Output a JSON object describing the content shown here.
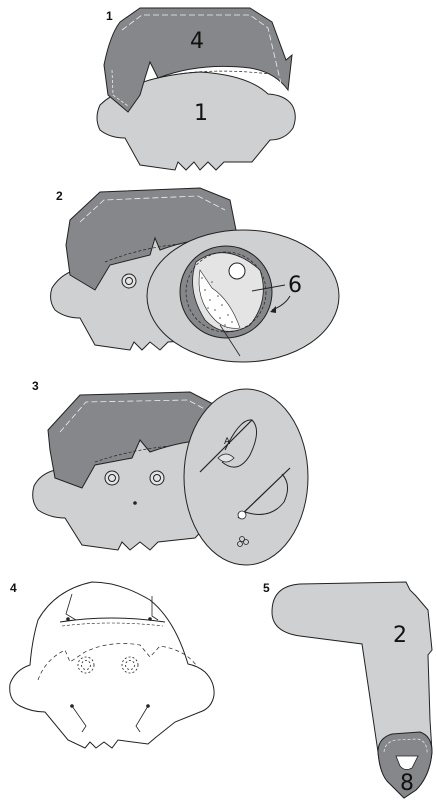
{
  "steps": [
    {
      "number": "1",
      "pieces": [
        "4",
        "1"
      ]
    },
    {
      "number": "2",
      "pieces": [
        "6"
      ]
    },
    {
      "number": "3",
      "pieces": [
        "A"
      ]
    },
    {
      "number": "4",
      "pieces": []
    },
    {
      "number": "5",
      "pieces": [
        "2",
        "8"
      ]
    }
  ],
  "colors": {
    "fabric_light": "#cfd0d2",
    "fabric_dark": "#86878a",
    "outline": "#222222",
    "detail_light": "#e4e4e4"
  }
}
